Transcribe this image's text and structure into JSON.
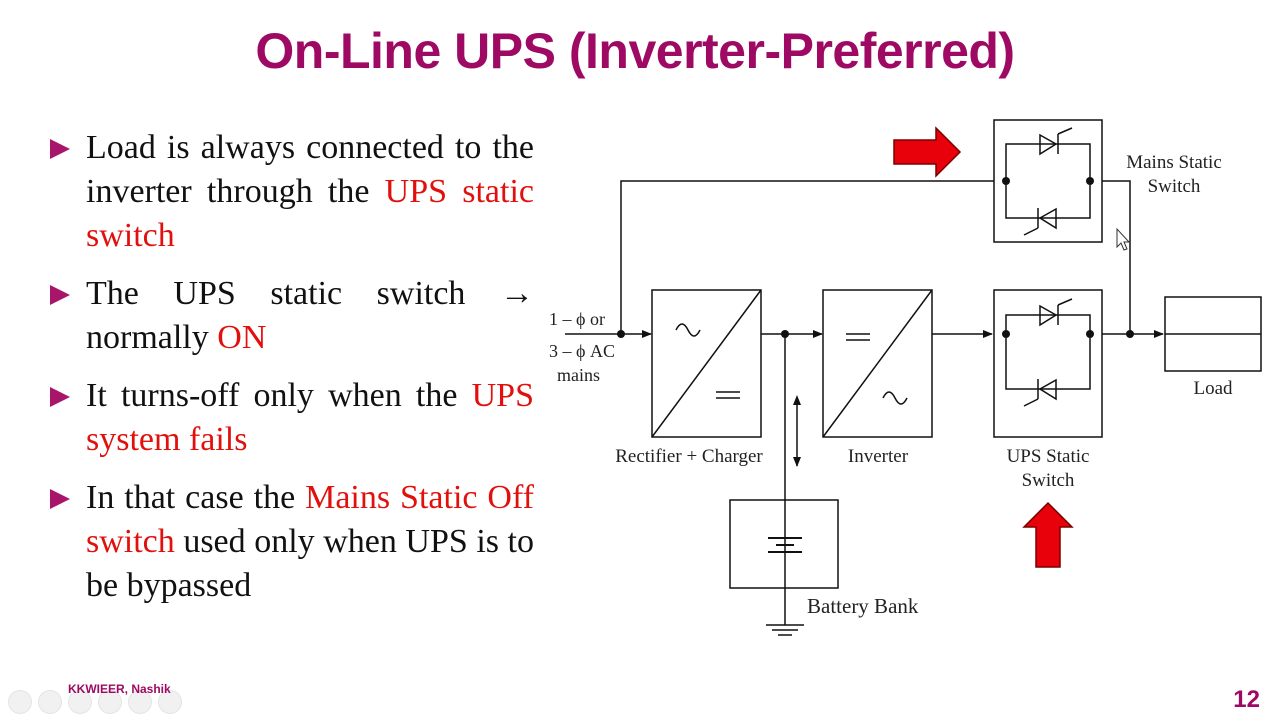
{
  "title": "On-Line UPS (Inverter-Preferred)",
  "bullets": [
    {
      "parts": [
        {
          "text": "Load is always connected to the inverter through the "
        },
        {
          "text": "UPS static switch",
          "red": true
        }
      ]
    },
    {
      "parts": [
        {
          "text": "The UPS static switch → normally "
        },
        {
          "text": "ON",
          "red": true
        }
      ]
    },
    {
      "parts": [
        {
          "text": "It turns-off only when the "
        },
        {
          "text": "UPS system fails",
          "red": true
        }
      ]
    },
    {
      "parts": [
        {
          "text": "In that case the "
        },
        {
          "text": "Mains Static Off switch",
          "red": true
        },
        {
          "text": " used only when UPS is to be bypassed"
        }
      ]
    }
  ],
  "diagram": {
    "input_line1": "1 – ϕ or",
    "input_line2": "3 – ϕ AC",
    "input_line3": "mains",
    "rectifier_label": "Rectifier + Charger",
    "inverter_label": "Inverter",
    "ups_switch_line1": "UPS Static",
    "ups_switch_line2": "Switch",
    "mains_switch_line1": "Mains Static",
    "mains_switch_line2": "Switch",
    "load_label": "Load",
    "battery_label": "Battery Bank"
  },
  "footer": "KKWIEER, Nashik",
  "page_number": "12",
  "colors": {
    "title": "#9e0a63",
    "highlight": "#e2100c",
    "arrow": "#e8000b"
  }
}
